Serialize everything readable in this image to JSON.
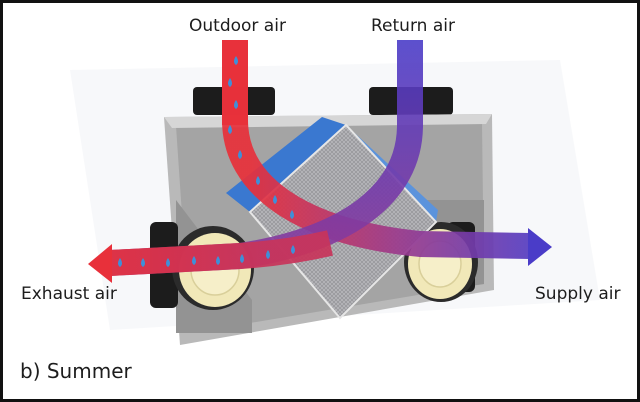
{
  "labels": {
    "outdoor": "Outdoor air",
    "return": "Return air",
    "exhaust": "Exhaust air",
    "supply": "Supply air"
  },
  "caption": "b) Summer",
  "colors": {
    "outdoor_air": "#e8303a",
    "return_air": "#4a3cc8",
    "mixed_air": "#8a3a9a",
    "water_drops": "#3f8fd8",
    "housing": "#b9b9b9",
    "housing_dark": "#8f8f8f",
    "core_blue": "#3a78d0",
    "core_mesh": "#a9a9ad",
    "fan": "#f1e8b8",
    "collar": "#1c1c1c"
  }
}
